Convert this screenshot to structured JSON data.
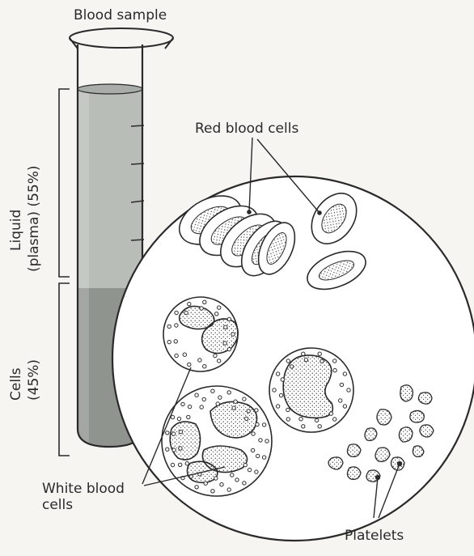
{
  "labels": {
    "blood_sample": "Blood sample",
    "red_blood_cells": "Red blood cells",
    "liquid_line1": "Liquid",
    "liquid_line2": "(plasma) (55%)",
    "cells_line1": "Cells",
    "cells_line2": "(45%)",
    "white_blood_line1": "White blood",
    "white_blood_line2": "cells",
    "platelets": "Platelets"
  },
  "composition": [
    {
      "name": "plasma",
      "percent": 55
    },
    {
      "name": "cells",
      "percent": 45
    }
  ],
  "colors": {
    "plasma": "#b9bdb8",
    "cells": "#8f948f",
    "outline": "#2a2a2a",
    "paper": "#f6f5f1"
  }
}
